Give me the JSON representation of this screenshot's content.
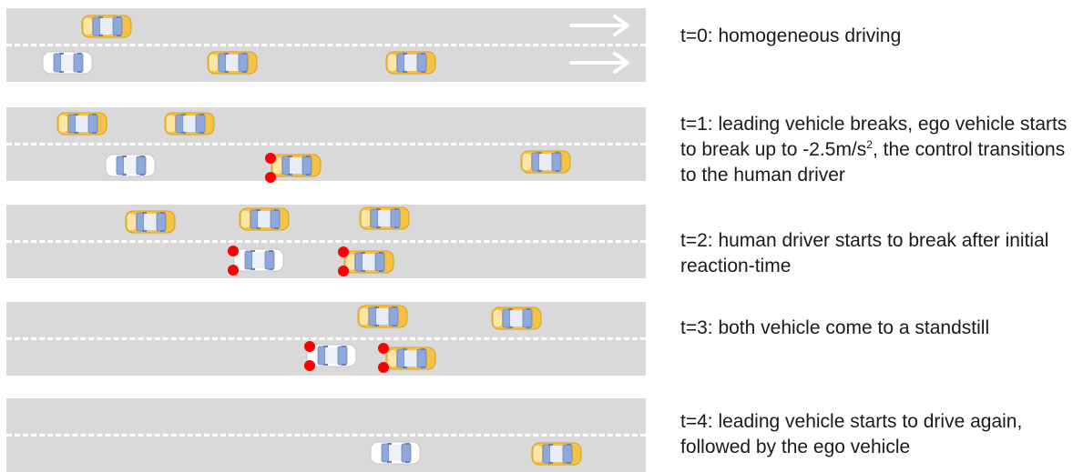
{
  "scenes": [
    {
      "label": "t=0",
      "description": "homogeneous driving",
      "ego": {
        "lane": "right",
        "braking": false
      },
      "other_vehicles": [
        {
          "lane": "left",
          "braking": false
        },
        {
          "lane": "right",
          "braking": false
        },
        {
          "lane": "right",
          "braking": false
        }
      ],
      "direction_arrows": 2
    },
    {
      "label": "t=1",
      "description_pre": "leading vehicle breaks, ego vehicle starts to break up to -2.5m/s",
      "description_sup": "2",
      "description_post": ", the control transitions to the human driver",
      "ego": {
        "lane": "right",
        "braking": false
      },
      "other_vehicles": [
        {
          "lane": "left",
          "braking": false
        },
        {
          "lane": "left",
          "braking": false
        },
        {
          "lane": "right",
          "braking": true
        },
        {
          "lane": "right",
          "braking": false
        }
      ]
    },
    {
      "label": "t=2",
      "description": "human driver starts to break after initial reaction-time",
      "ego": {
        "lane": "right",
        "braking": true
      },
      "other_vehicles": [
        {
          "lane": "left",
          "braking": false
        },
        {
          "lane": "left",
          "braking": false
        },
        {
          "lane": "left",
          "braking": false
        },
        {
          "lane": "right",
          "braking": true
        }
      ]
    },
    {
      "label": "t=3",
      "description": "both vehicle come to a standstill",
      "ego": {
        "lane": "right",
        "braking": true
      },
      "other_vehicles": [
        {
          "lane": "left",
          "braking": false
        },
        {
          "lane": "left",
          "braking": false
        },
        {
          "lane": "right",
          "braking": true
        }
      ]
    },
    {
      "label": "t=4",
      "description": "leading vehicle starts to drive again, followed by the ego vehicle",
      "ego": {
        "lane": "right",
        "braking": false
      },
      "other_vehicles": [
        {
          "lane": "right",
          "braking": false
        }
      ]
    }
  ],
  "colors": {
    "road": "#d9d9d9",
    "lane_marking": "#ffffff",
    "car_body_yellow": "#f5c242",
    "car_body_white": "#ffffff",
    "car_cabin_blue": "#8fa8dc",
    "brake_light": "#ff0000"
  }
}
